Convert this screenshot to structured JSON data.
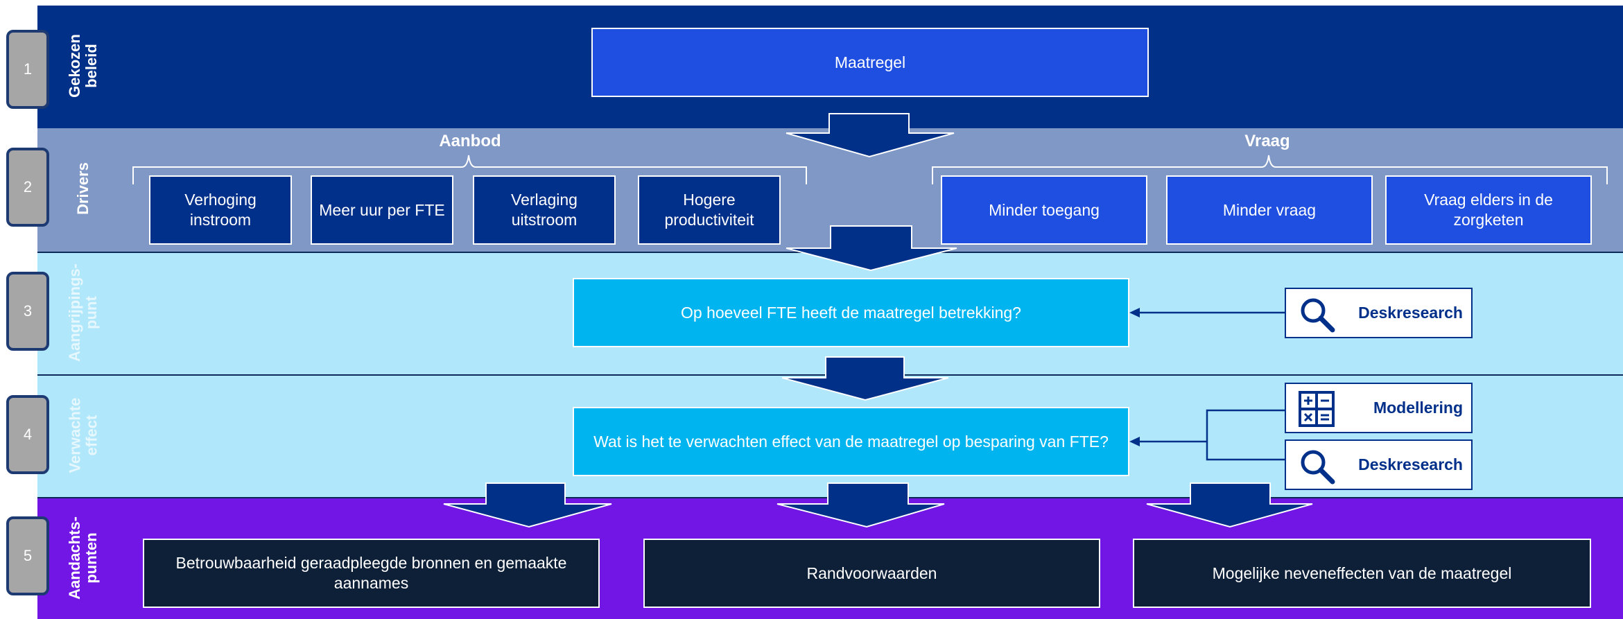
{
  "steps": [
    {
      "number": "1",
      "label": "Gekozen\nbeleid"
    },
    {
      "number": "2",
      "label": "Drivers"
    },
    {
      "number": "3",
      "label": "Aangrijpings-\npunt"
    },
    {
      "number": "4",
      "label": "Verwachte\neffect"
    },
    {
      "number": "5",
      "label": "Aandachts-\npunten"
    }
  ],
  "row1": {
    "maatregel": "Maatregel"
  },
  "row2": {
    "aanbod_label": "Aanbod",
    "vraag_label": "Vraag",
    "aanbod": [
      "Verhoging instroom",
      "Meer uur per FTE",
      "Verlaging uitstroom",
      "Hogere productiviteit"
    ],
    "vraag": [
      "Minder toegang",
      "Minder vraag",
      "Vraag elders in de zorgketen"
    ]
  },
  "row3": {
    "question": "Op hoeveel FTE heeft de maatregel betrekking?",
    "tool": "Deskresearch"
  },
  "row4": {
    "question": "Wat is het te verwachten effect van de maatregel op besparing van FTE?",
    "tools": [
      "Modellering",
      "Deskresearch"
    ]
  },
  "row5": {
    "items": [
      "Betrouwbaarheid geraadpleegde bronnen en gemaakte aannames",
      "Randvoorwaarden",
      "Mogelijke neveneffecten van de maatregel"
    ]
  },
  "icons": {
    "search": "magnifier-icon",
    "calculator": "calculator-icon"
  },
  "colors": {
    "navy": "#003087",
    "steel": "#7f98c6",
    "light_cyan": "#b0e7fa",
    "purple": "#7216e6",
    "blue_box": "#1f4fe0",
    "cyan_box": "#00b5ef",
    "dark_box": "#0e1f38"
  }
}
